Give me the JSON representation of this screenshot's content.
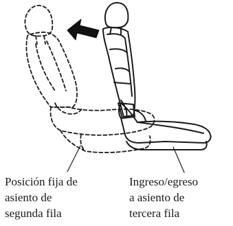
{
  "diagram": {
    "colors": {
      "line": "#1a1a1a",
      "arrow": "#111111",
      "background": "#ffffff"
    }
  },
  "captions": {
    "left": {
      "line1": "Posición fija de",
      "line2": "asiento de",
      "line3": "segunda fila"
    },
    "right": {
      "line1": "Ingreso/egreso",
      "line2": "a asiento de",
      "line3": "tercera fila"
    }
  }
}
